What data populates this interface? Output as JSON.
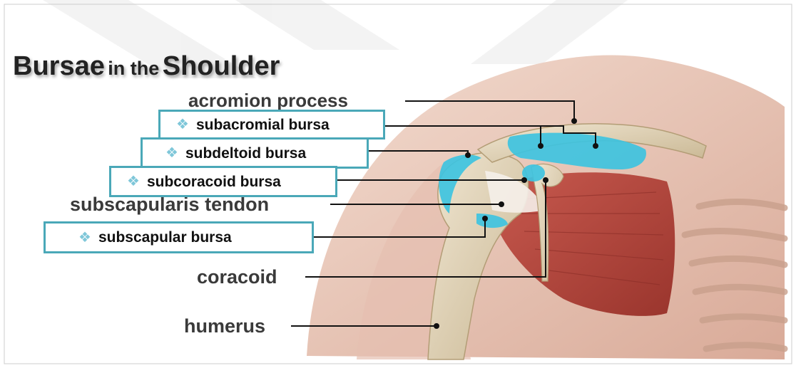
{
  "title": {
    "part1": "Bursae",
    "part2": "in the",
    "part3": "Shoulder"
  },
  "labels": {
    "acromion": "acromion process",
    "subscapularis": "subscapularis tendon",
    "coracoid": "coracoid",
    "humerus": "humerus"
  },
  "boxes": {
    "subacromial": "subacromial bursa",
    "subdeltoid": "subdeltoid bursa",
    "subcoracoid": "subcoracoid bursa",
    "subscapular": "subscapular bursa"
  },
  "bullet_icon": "diamond-bullet-icon",
  "colors": {
    "box_border": "#4aa8b8",
    "bursa": "#3ec3e0",
    "muscle": "#b8443c",
    "bone": "#d9cbb0"
  }
}
